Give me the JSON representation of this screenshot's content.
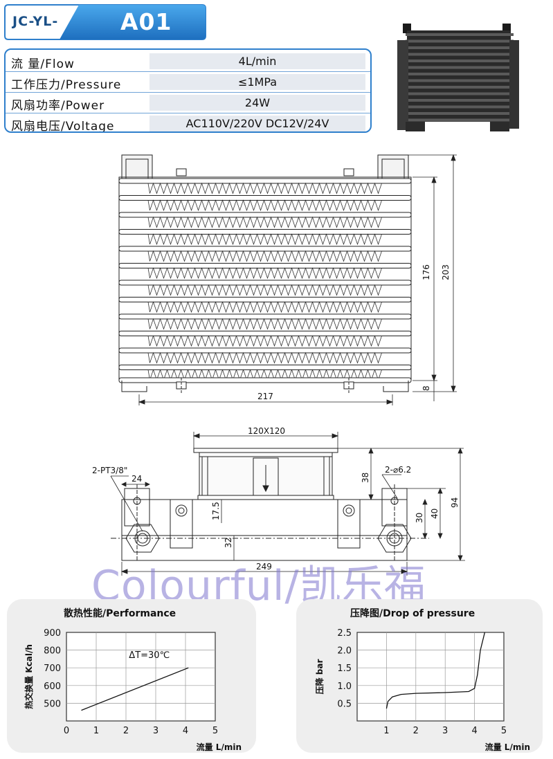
{
  "header": {
    "prefix": "JC-YL-",
    "model": "A01"
  },
  "specs": [
    {
      "label": "流    量/Flow",
      "value": "4L/min"
    },
    {
      "label": "工作压力/Pressure",
      "value": "≤1MPa"
    },
    {
      "label": "风扇功率/Power",
      "value": "24W"
    },
    {
      "label": "风扇电压/Voltage",
      "value": "AC110V/220V  DC12V/24V"
    }
  ],
  "front_view": {
    "dim_width": "217",
    "dim_core_height": "176",
    "dim_total_height": "203",
    "dim_offset": "8"
  },
  "side_view": {
    "dim_fan": "120X120",
    "dim_port": "2-PT3/8\"",
    "dim_24": "24",
    "dim_38": "38",
    "dim_hole": "2-⌀6.2",
    "dim_17_5": "17.5",
    "dim_32": "32",
    "dim_30": "30",
    "dim_40": "40",
    "dim_94": "94",
    "dim_249": "249"
  },
  "watermark": "Colourful/凯乐福",
  "colors": {
    "brand_blue": "#2e7fcc",
    "header_text": "#1a4f86",
    "watermark": "#7e74ce"
  },
  "chart_data": [
    {
      "type": "line",
      "title": "散热性能/Performance",
      "xlabel": "流量 L/min",
      "ylabel": "热交换量 Kcal/h",
      "x_ticks": [
        0,
        1,
        2,
        3,
        4,
        5
      ],
      "y_ticks": [
        500,
        600,
        700,
        800,
        900
      ],
      "xlim": [
        0,
        5
      ],
      "ylim": [
        400,
        900
      ],
      "annotation": "ΔT=30℃",
      "series": [
        {
          "x": [
            0.5,
            4.1
          ],
          "y": [
            460,
            700
          ]
        }
      ]
    },
    {
      "type": "line",
      "title": "压降图/Drop of pressure",
      "xlabel": "流量 L/min",
      "ylabel": "压降 bar",
      "x_ticks": [
        1,
        2,
        3,
        4,
        5
      ],
      "y_ticks": [
        0.5,
        1.0,
        1.5,
        2.0,
        2.5
      ],
      "y_tick_labels": [
        "0.5",
        "1.0",
        "1.5",
        "2.0",
        "2.5"
      ],
      "xlim": [
        0,
        5
      ],
      "ylim": [
        0,
        2.5
      ],
      "series": [
        {
          "x": [
            1.0,
            1.05,
            1.2,
            1.5,
            2.0,
            3.0,
            3.8,
            4.0,
            4.1,
            4.2,
            4.35
          ],
          "y": [
            0.35,
            0.55,
            0.68,
            0.75,
            0.78,
            0.8,
            0.83,
            0.92,
            1.3,
            2.0,
            2.5
          ]
        }
      ]
    }
  ]
}
